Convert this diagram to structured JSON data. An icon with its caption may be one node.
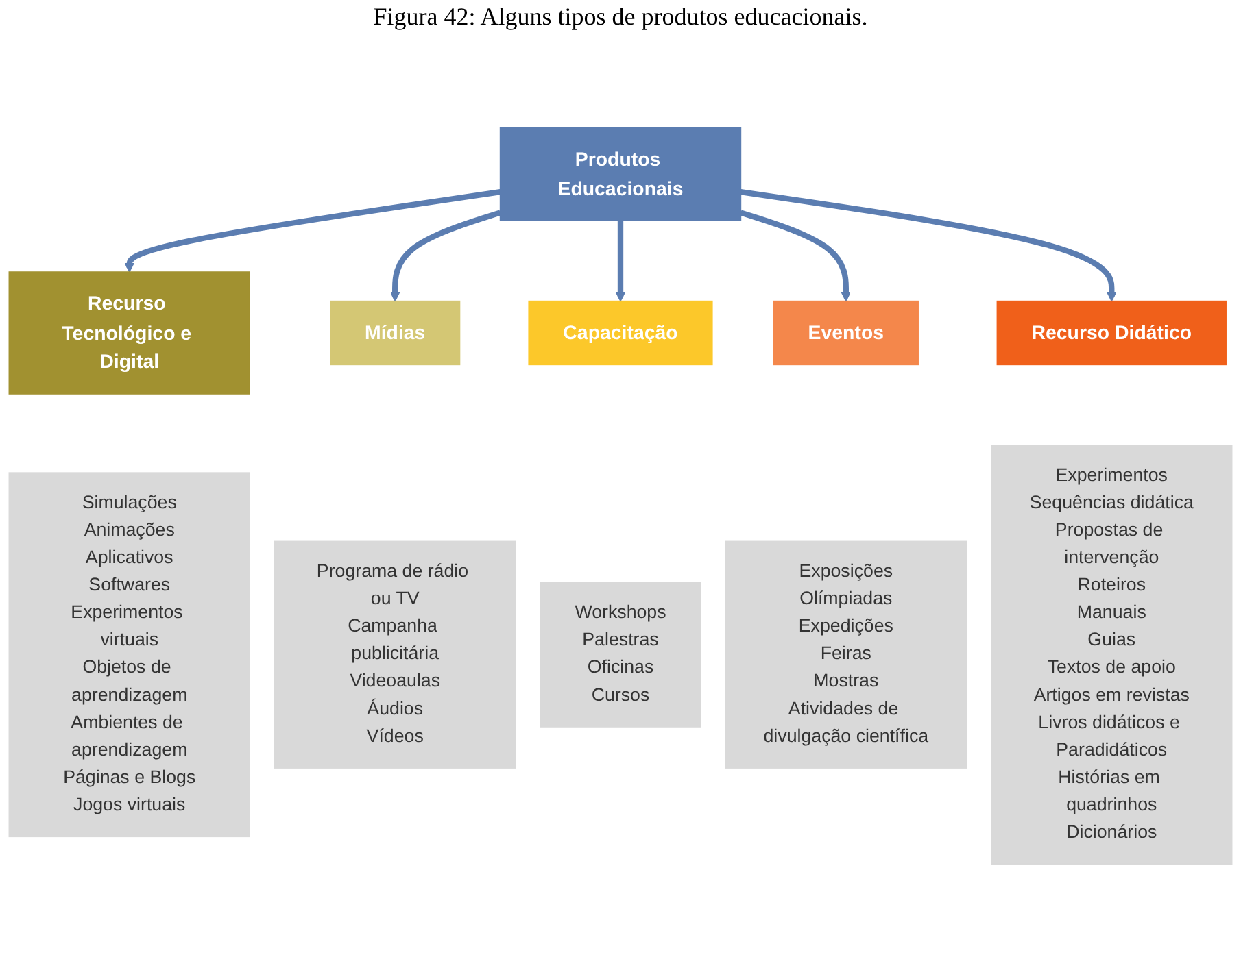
{
  "diagram": {
    "title": "Figura 42: Alguns tipos de produtos educacionais.",
    "nodes": [
      {
        "text": [
          "Produtos Educacionais"
        ]
      },
      {
        "text": [
          "Recurso Tecnológico e Digital"
        ]
      },
      {
        "text": [
          "Mídias"
        ]
      },
      {
        "text": [
          "Capacitação"
        ]
      },
      {
        "text": [
          "Eventos"
        ]
      },
      {
        "text": [
          "Recurso Didático"
        ]
      },
      {
        "text": [
          "Simulações",
          "Animações",
          "Aplicativos",
          "Softwares",
          "Experimentos virtuais",
          "Objetos de aprendizagem",
          "Ambientes de aprendizagem",
          "Páginas e Blogs",
          "Jogos virtuais"
        ]
      },
      {
        "text": [
          "Programa de rádio ou TV",
          "Campanha publicitária",
          "Videoaulas",
          "Áudios",
          "Vídeos"
        ]
      },
      {
        "text": [
          "Workshops",
          "Palestras",
          "Oficinas",
          "Cursos"
        ]
      },
      {
        "text": [
          "Exposições",
          "Olímpiadas",
          "Expedições",
          "Feiras",
          "Mostras",
          "Atividades de divulgação científica"
        ]
      },
      {
        "text": [
          "Experimentos",
          "Sequências didática",
          "Propostas de intervenção",
          "Roteiros",
          "Manuais",
          "Guias",
          "Textos de apoio",
          "Artigos em revistas",
          "Livros didáticos e Paradidáticos",
          "Histórias em quadrinhos",
          "Dicionários"
        ]
      }
    ],
    "edges": [
      {
        "from": 0,
        "to": 1,
        "arrow": "to"
      },
      {
        "from": 0,
        "to": 2,
        "arrow": "to"
      },
      {
        "from": 0,
        "to": 3,
        "arrow": "to"
      },
      {
        "from": 0,
        "to": 4,
        "arrow": "to"
      },
      {
        "from": 0,
        "to": 5,
        "arrow": "to"
      }
    ]
  }
}
